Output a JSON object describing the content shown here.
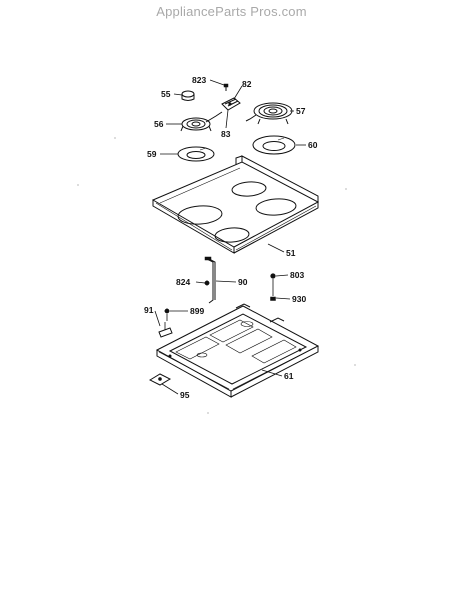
{
  "watermark": "ApplianceParts Pros.com",
  "callouts": {
    "c823": "823",
    "c82": "82",
    "c55": "55",
    "c57": "57",
    "c56": "56",
    "c83": "83",
    "c60": "60",
    "c59": "59",
    "c51": "51",
    "c824": "824",
    "c90": "90",
    "c803": "803",
    "c930": "930",
    "c91": "91",
    "c899": "899",
    "c61": "61",
    "c95": "95"
  }
}
